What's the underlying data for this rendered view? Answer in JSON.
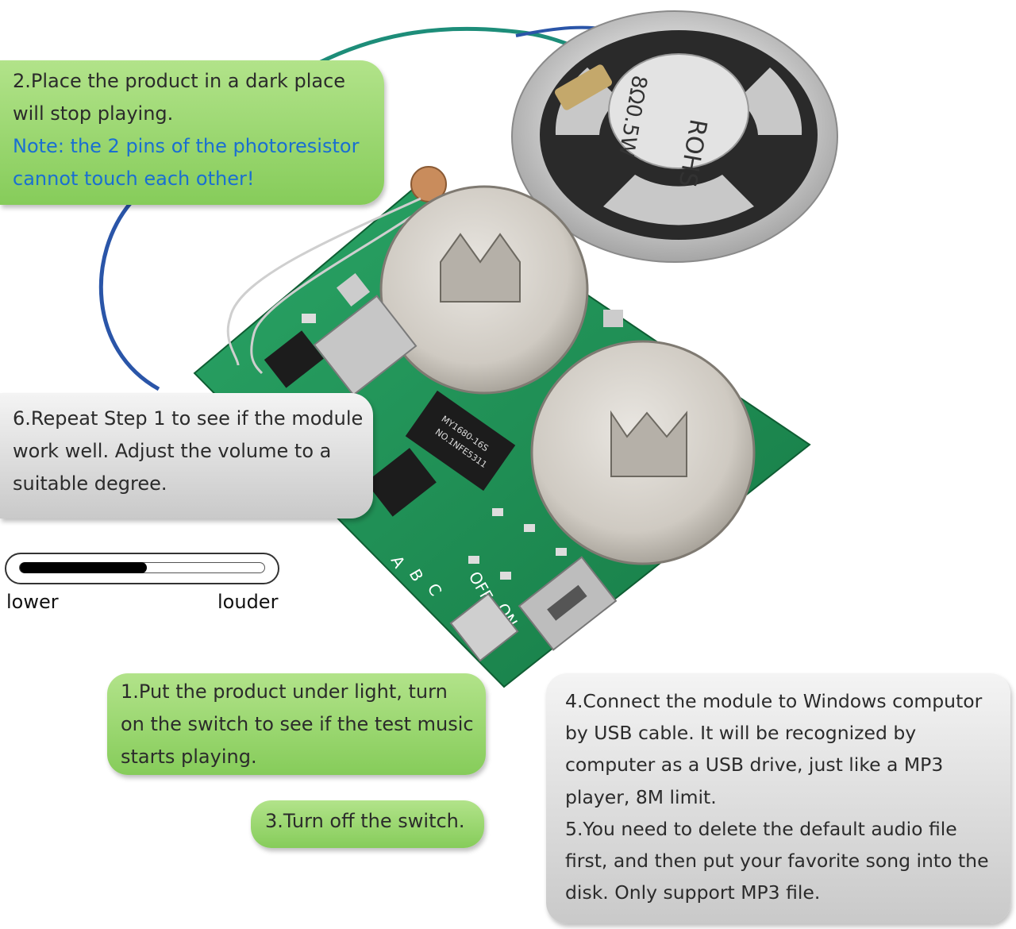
{
  "step2": {
    "line1": "2.Place the product in a dark place",
    "line2": "will stop playing.",
    "note1": "Note: the 2 pins of the photoresistor",
    "note2": "cannot touch each other!"
  },
  "step6": {
    "line1": "6.Repeat Step 1 to see if the module",
    "line2": "work well. Adjust the volume to a",
    "line3": "suitable degree."
  },
  "step1": {
    "line1": "1.Put the product under light, turn",
    "line2": "on the switch to see if the test music",
    "line3": "starts playing."
  },
  "step3": {
    "line1": "3.Turn off the switch."
  },
  "step4": {
    "line1": "4.Connect the module to Windows computor",
    "line2": "by USB cable. It will be recognized by",
    "line3": "computer as a USB drive, just like a MP3",
    "line4": "player, 8M limit.",
    "line5": "5.You need to delete the default audio file",
    "line6": "first, and then put your favorite song into the",
    "line7": "disk. Only support MP3 file."
  },
  "volume": {
    "lower_label": "lower",
    "louder_label": "louder",
    "level_fraction": 0.52
  },
  "speaker": {
    "marking1": "ROHS",
    "marking2": "8Ω0.5W"
  },
  "board": {
    "chip_text1": "MY1680-16S",
    "chip_text2": "NO.1NFE5311",
    "label_a": "A",
    "label_b": "B",
    "label_c": "C",
    "label_off": "OFF",
    "label_on": "ON"
  },
  "colors": {
    "note_blue": "#1a6fd1",
    "pcb_green": "#1f8f55",
    "bubble_green": "#9bd970"
  }
}
